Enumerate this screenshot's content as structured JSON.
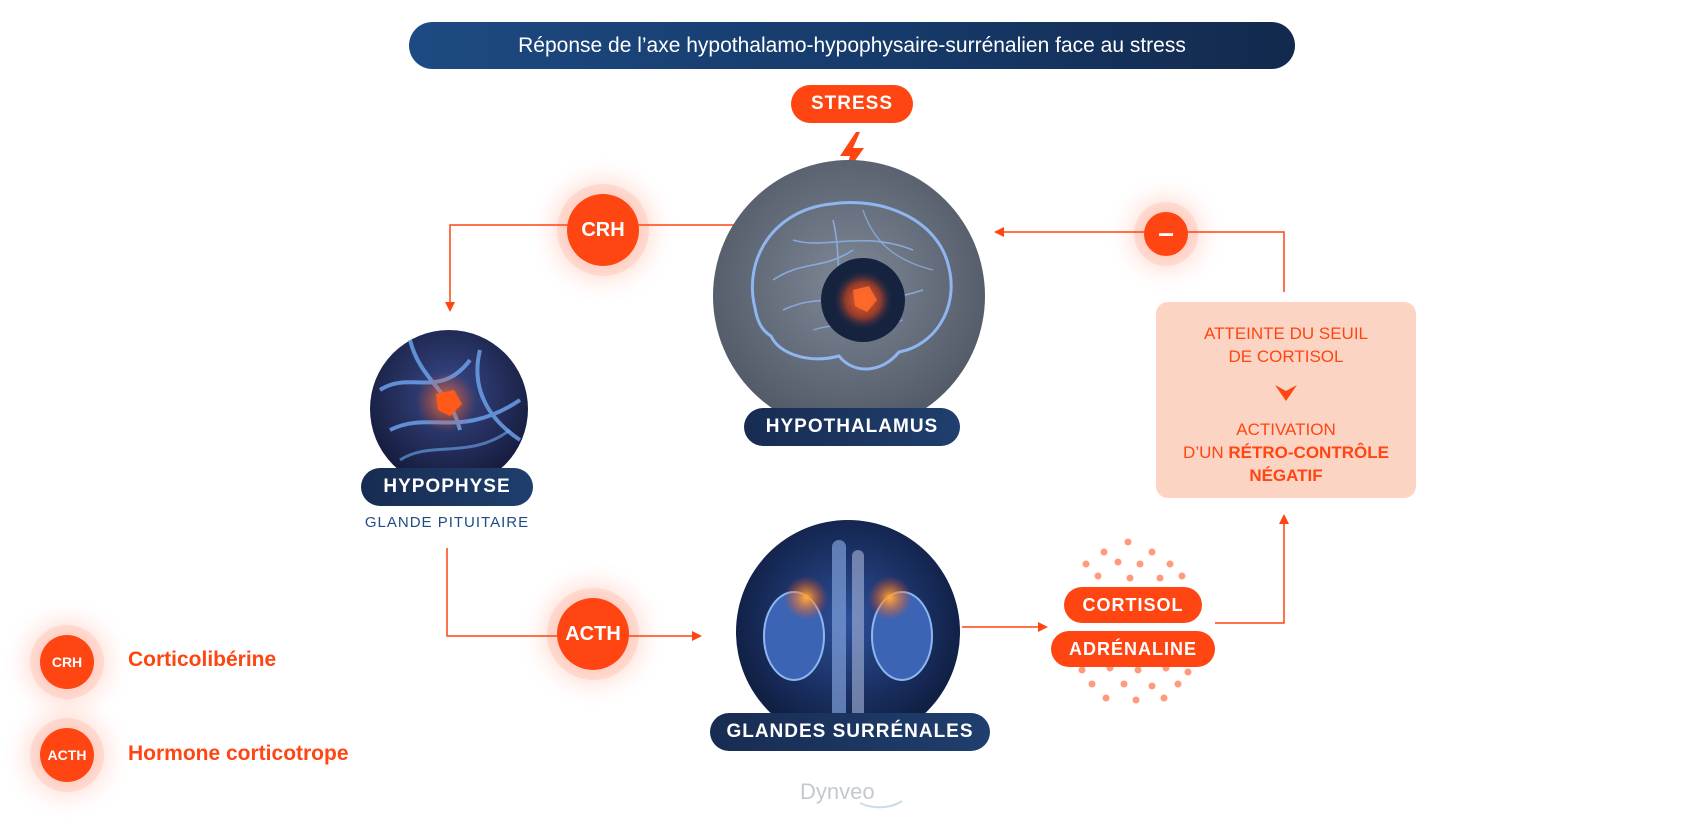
{
  "title": "Réponse de l’axe hypothalamo-hypophysaire-surrénalien face au stress",
  "stress_label": "STRESS",
  "nodes": {
    "hypothalamus": "HYPOTHALAMUS",
    "hypophyse": "HYPOPHYSE",
    "hypophyse_subtitle": "GLANDE PITUITAIRE",
    "surrenales": "GLANDES SURRÉNALES"
  },
  "hormones": {
    "crh": "CRH",
    "acth": "ACTH",
    "cortisol": "CORTISOL",
    "adrenaline": "ADRÉNALINE"
  },
  "feedback": {
    "sign": "–",
    "line1": "ATTEINTE DU SEUIL",
    "line2": "DE CORTISOL",
    "line3": "ACTIVATION",
    "line4_prefix": "D’UN ",
    "line4_bold": "RÉTRO-CONTRÔLE",
    "line5": "NÉGATIF"
  },
  "legend": [
    {
      "abbr": "CRH",
      "label": "Corticolibérine"
    },
    {
      "abbr": "ACTH",
      "label": "Hormone corticotrope"
    }
  ],
  "brand": "Dynveo",
  "colors": {
    "accent": "#ff4511",
    "navy": "#1b355e",
    "feedback_bg": "#fcd4c3"
  },
  "icons": [
    "lightning-icon",
    "brain-image",
    "pituitary-image",
    "adrenal-kidney-image",
    "chevron-down-icon"
  ]
}
